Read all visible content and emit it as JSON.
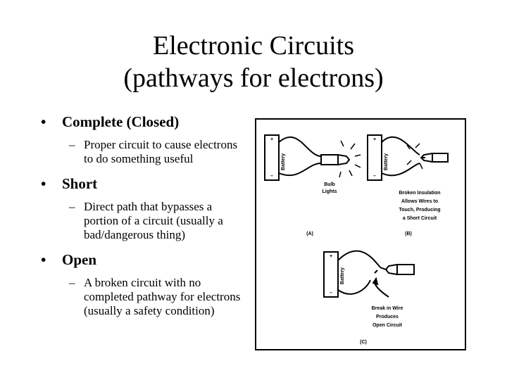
{
  "slide": {
    "title_line1": "Electronic Circuits",
    "title_line2": "(pathways for electrons)"
  },
  "bullets": [
    {
      "label": "Complete (Closed)",
      "sub": "Proper circuit to cause electrons to do something useful"
    },
    {
      "label": "Short",
      "sub": "Direct path that bypasses a portion of a circuit (usually a bad/dangerous thing)"
    },
    {
      "label": "Open",
      "sub": "A broken circuit with no completed pathway for electrons (usually a safety condition)"
    }
  ],
  "figure": {
    "battery_label": "Battery",
    "plus": "+",
    "minus": "–",
    "a_caption_1": "Bulb",
    "a_caption_2": "Lights",
    "a_tag": "(A)",
    "b_caption_1": "Broken Insulation",
    "b_caption_2": "Allows Wires to",
    "b_caption_3": "Touch, Producing",
    "b_caption_4": "a Short Circuit",
    "b_tag": "(B)",
    "c_caption_1": "Break in Wire",
    "c_caption_2": "Produces",
    "c_caption_3": "Open Circuit",
    "c_tag": "(C)"
  },
  "colors": {
    "text": "#000000",
    "background": "#ffffff"
  }
}
